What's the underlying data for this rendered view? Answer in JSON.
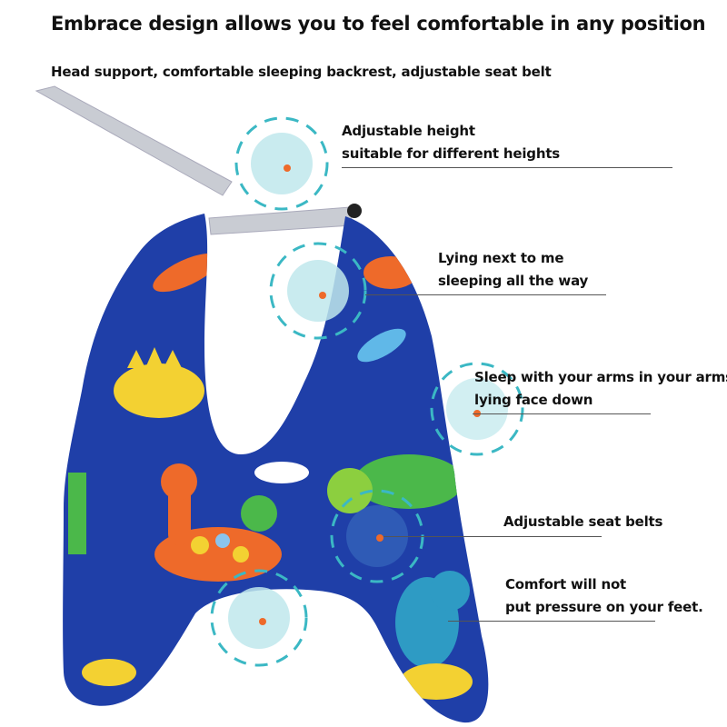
{
  "header": {
    "title": "Embrace design allows you to feel comfortable in any position",
    "subtitle": "Head support, comfortable sleeping backrest, adjustable seat belt"
  },
  "callouts": [
    {
      "line1": "Adjustable height",
      "line2": "suitable for different heights"
    },
    {
      "line1": "Lying next to me",
      "line2": "sleeping all the way"
    },
    {
      "line1": "Sleep with your arms in your arms",
      "line2": "lying face down"
    },
    {
      "line1": "Adjustable seat belts"
    },
    {
      "line1": "Comfort will not",
      "line2": "put pressure on your feet."
    }
  ],
  "colors": {
    "pillow_blue": "#1f3fa8",
    "marker_teal": "#3bb8c4",
    "marker_orange": "#ee6a2a",
    "strap_gray": "#c9ccd3"
  }
}
